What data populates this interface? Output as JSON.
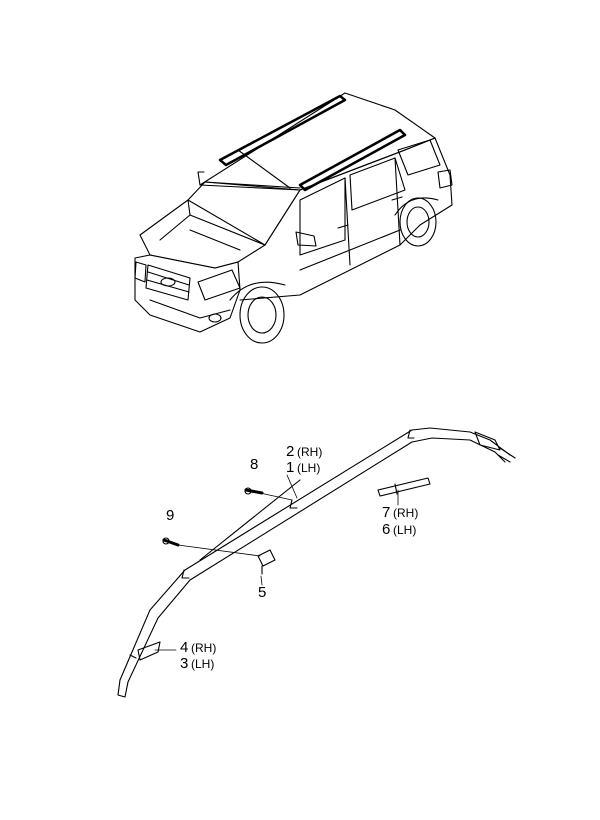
{
  "callouts": {
    "c1": {
      "num": "1",
      "side": "(LH)"
    },
    "c2": {
      "num": "2",
      "side": "(RH)"
    },
    "c3": {
      "num": "3",
      "side": "(LH)"
    },
    "c4": {
      "num": "4",
      "side": "(RH)"
    },
    "c5": {
      "num": "5"
    },
    "c6": {
      "num": "6",
      "side": "(LH)"
    },
    "c7": {
      "num": "7",
      "side": "(RH)"
    },
    "c8": {
      "num": "8"
    },
    "c9": {
      "num": "9"
    }
  }
}
